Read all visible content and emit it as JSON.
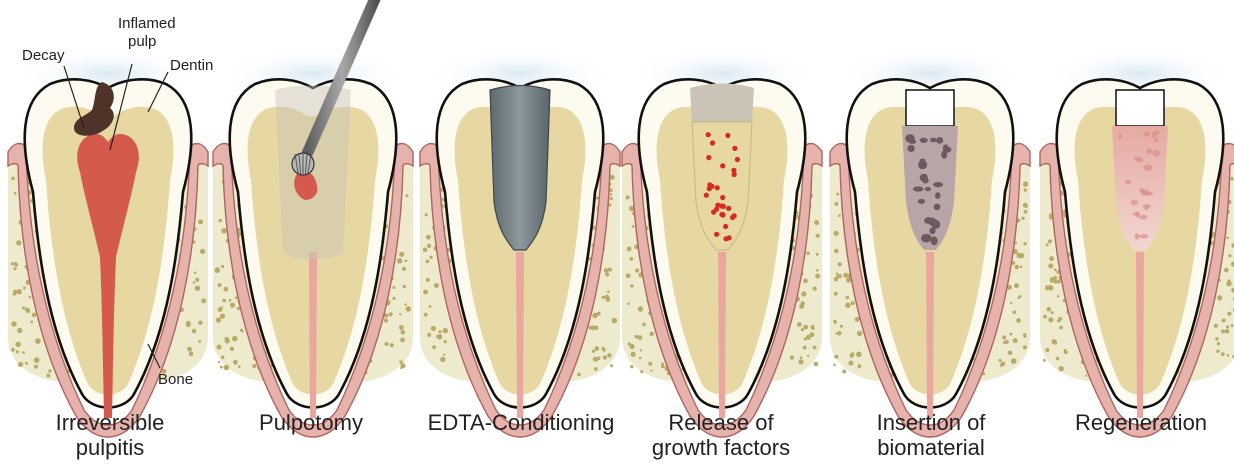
{
  "callouts": {
    "decay": "Decay",
    "inflamed_pulp": "Inflamed\npulp",
    "dentin": "Dentin",
    "bone": "Bone"
  },
  "stages": [
    {
      "label": "Irreversible\npulpitis"
    },
    {
      "label": "Pulpotomy"
    },
    {
      "label": "EDTA-Conditioning"
    },
    {
      "label": "Release of\ngrowth factors"
    },
    {
      "label": "Insertion of\nbiomaterial"
    },
    {
      "label": "Regeneration"
    }
  ],
  "colors": {
    "bone": "#eeeacd",
    "bone_dots": "#b9ab67",
    "gum": "#e6b3ac",
    "gum_edge": "#b0645d",
    "enamel": "#fdfaf0",
    "dentin": "#e6d7a3",
    "pulp": "#e9a7a0",
    "pulp_inflamed": "#d45a4d",
    "decay": "#4f3328",
    "edta": "#6f7c80",
    "restoration": "#c9c4b5",
    "growth_dots": "#d62b1f",
    "scaffold": "#b8a5a8",
    "scaffold_pores": "#6e5a5e",
    "regen_pink": "#eab5b0"
  }
}
